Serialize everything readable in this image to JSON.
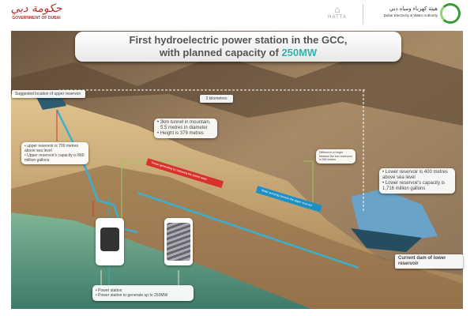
{
  "header": {
    "gov_logo_arabic": "حكومة دبي",
    "gov_logo_text": "GOVERNMENT OF DUBAI",
    "hatta_logo": "HATTA",
    "dewa_arabic": "هيئة كهرباء ومياه دبي",
    "dewa_name": "Dubai Electricity & Water Authority"
  },
  "title": {
    "line1": "First hydroelectric power station in the GCC,",
    "line2_prefix": "with planned capacity of ",
    "line2_highlight": "250MW"
  },
  "labels": {
    "upper_location": "Suggested location of upper reservoir",
    "distance": "3 kilometres",
    "tunnel": [
      "• 3km tunnel in mountain,",
      "5.5 metres in diameter",
      "• Height is 379 metres"
    ],
    "upper_reservoir": [
      "• upper reservoir is 700 metres above sea level",
      "• Upper reservoir's capacity is 880 million gallons"
    ],
    "height_difference": "Difference in height between the two reservoirs is 300 metres",
    "lower_reservoir": [
      "• Lower reservoir is 400 metres above sea level",
      "• Lower reservoir's capacity is 1,716 million gallons"
    ],
    "lower_dam": "Current dam of lower reservoir",
    "arrow_generate": "Power generating by releasing the stored water",
    "arrow_pump": "Water pumping towards the upper reservoir",
    "power_station": [
      "• Power station",
      "• Power station to generate up to 250MW"
    ]
  },
  "colors": {
    "accent": "#2fb3b0",
    "red_arrow": "#d8312c",
    "blue_arrow": "#1c8fc4",
    "water_pipe": "#3ab0d0"
  }
}
